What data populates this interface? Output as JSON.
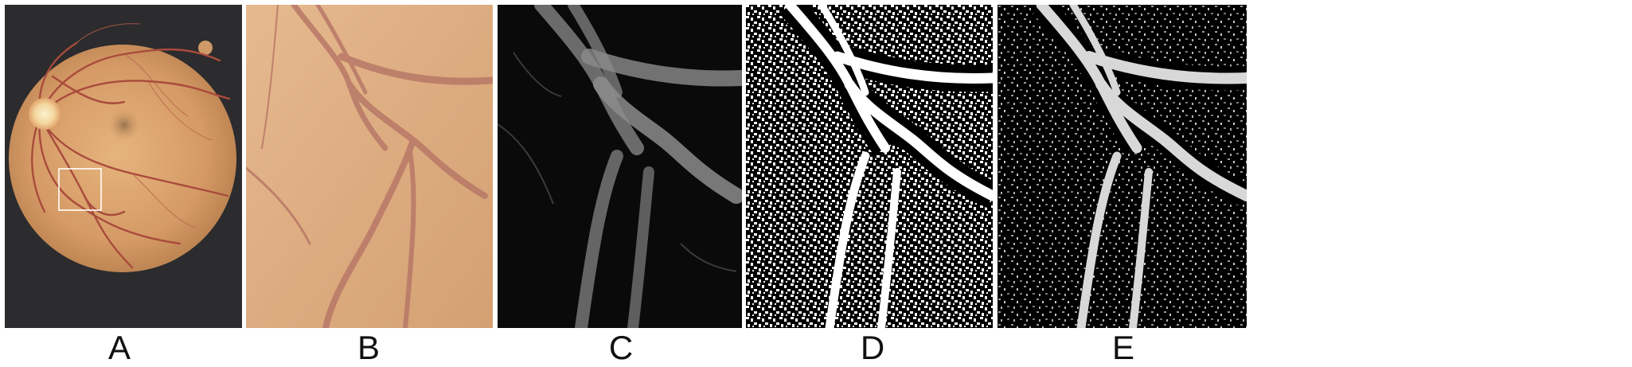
{
  "panels": [
    {
      "id": "A",
      "label": "A",
      "content": "fundus-photograph",
      "inset_highlight": true
    },
    {
      "id": "B",
      "label": "B",
      "content": "magnified-crop"
    },
    {
      "id": "C",
      "label": "C",
      "content": "vessel-enhancement-map"
    },
    {
      "id": "D",
      "label": "D",
      "content": "binary-segmentation"
    },
    {
      "id": "E",
      "label": "E",
      "content": "probability-segmentation"
    }
  ],
  "colors": {
    "background": "#ffffff",
    "fundus_backdrop": "#2c2b2d",
    "retina": "#d8a06e",
    "optic_disc": "#f6e2b4",
    "vessel": "#a94b3c",
    "crop_tissue": "#dcae84",
    "crop_vessel": "#b97c6c",
    "dark_map": "#0a0a0a",
    "white": "#ffffff"
  }
}
